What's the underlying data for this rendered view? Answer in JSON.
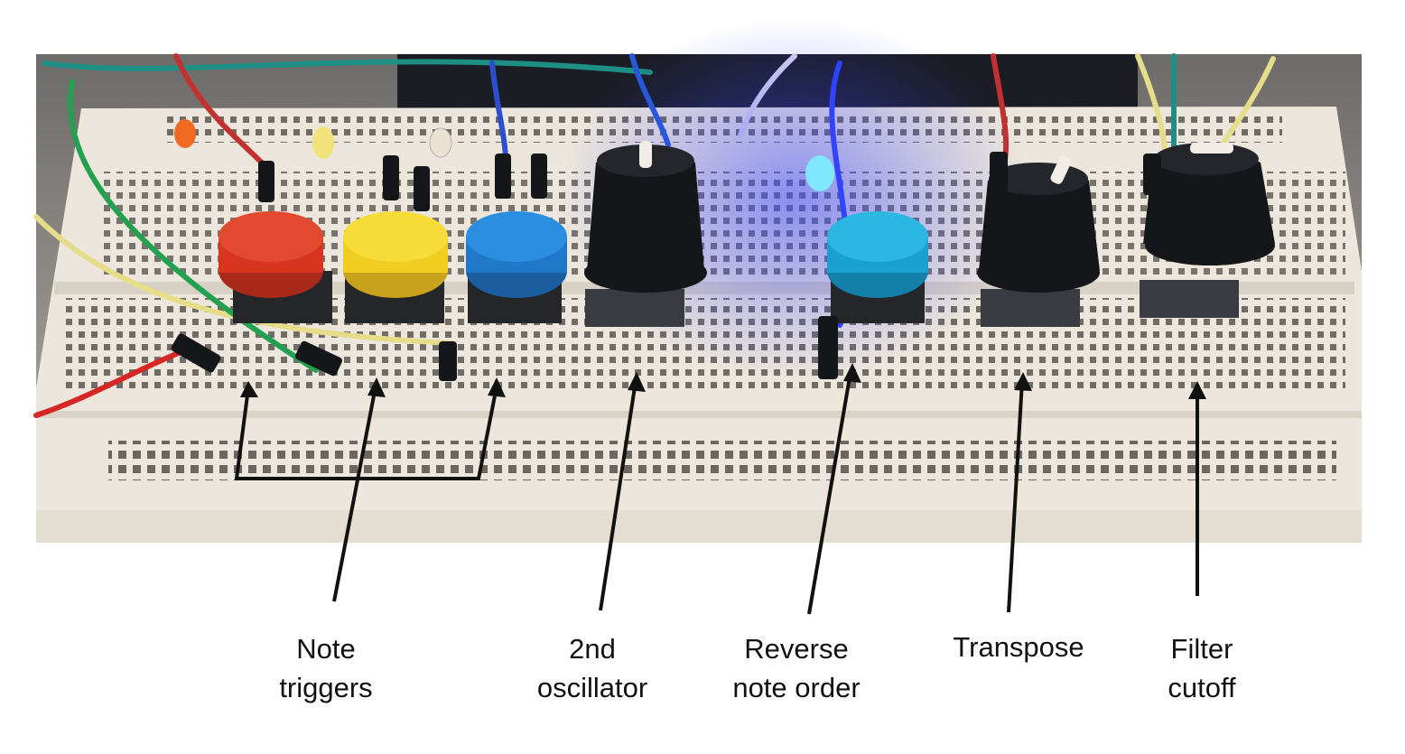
{
  "colors": {
    "board": "#ece6dc",
    "red_button": "#d8351f",
    "yellow_button": "#f0cf22",
    "blue_button": "#1f78c8",
    "cyan_button": "#1aa0d0",
    "knob": "#15161a",
    "led_glow": "#3a46ff",
    "annotation": "#111111"
  },
  "icons": [
    "red-push-button-icon",
    "yellow-push-button-icon",
    "blue-push-button-icon",
    "cyan-push-button-icon",
    "black-knob-icon",
    "blue-led-icon"
  ],
  "labels": {
    "note_triggers": {
      "line1": "Note",
      "line2": "triggers"
    },
    "second_oscillator": {
      "line1": "2nd",
      "line2": "oscillator"
    },
    "reverse_note_order": {
      "line1": "Reverse",
      "line2": "note order"
    },
    "transpose": {
      "line1": "Transpose"
    },
    "filter_cutoff": {
      "line1": "Filter",
      "line2": "cutoff"
    }
  }
}
